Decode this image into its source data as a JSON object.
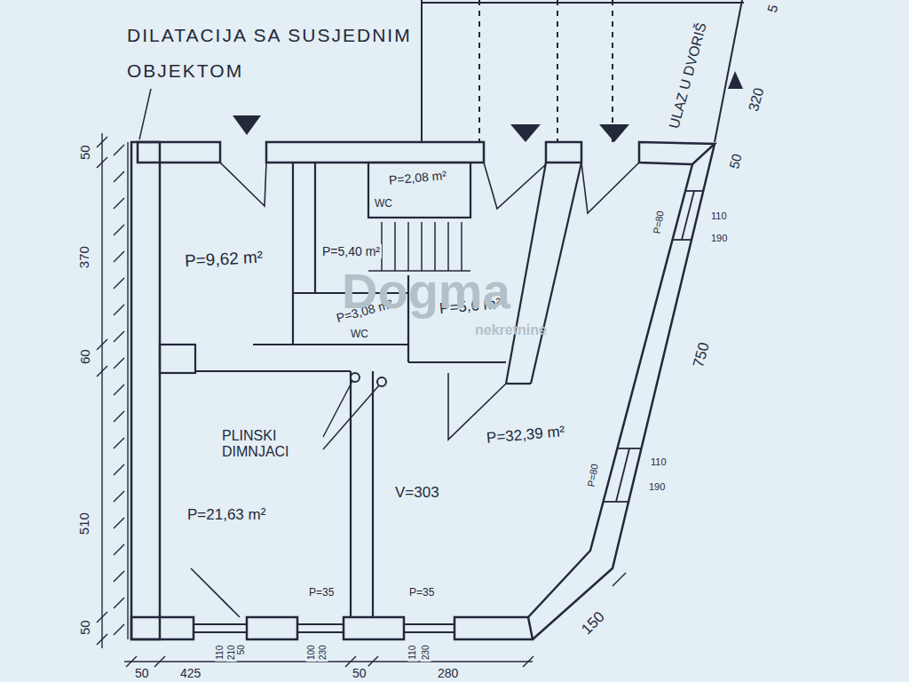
{
  "diagram": {
    "labels": [
      "DILATACIJA SA SUSJEDNIM OBJEKTOM",
      "ULAZ U DVORIŠ",
      "320",
      "5",
      "50",
      "370",
      "60",
      "510",
      "50",
      "50",
      "P=2,08 m²",
      "WC",
      "P=5,40 m²",
      "P=9,62 m²",
      "P=3,08 m²",
      "WC",
      "P=5,6 m²",
      "P=32,39 m²",
      "PLINSKI DIMNJACI",
      "V=303",
      "P=21,63 m²",
      "P=80",
      "110",
      "190",
      "P=80",
      "110",
      "190",
      "750",
      "150",
      "P=35",
      "P=35",
      "110",
      "210",
      "50",
      "100",
      "230",
      "110",
      "230",
      "50",
      "425",
      "50",
      "280",
      "Dogma",
      "nekretnine"
    ]
  }
}
